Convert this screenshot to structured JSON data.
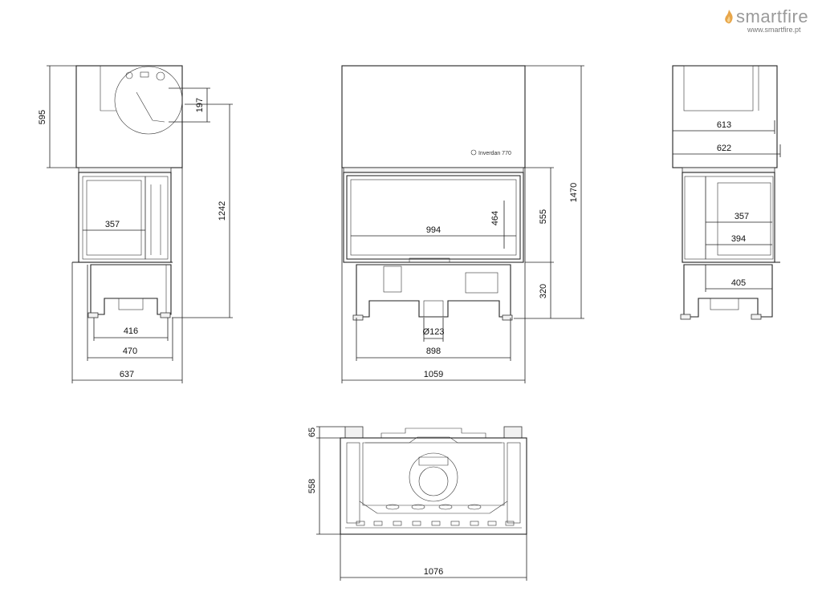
{
  "logo": {
    "brand": "smartfire",
    "url": "www.smartfire.pt",
    "flame_color": "#e8a64a",
    "brand_color": "#9a9a9a"
  },
  "front_label": "Inverdan 770",
  "dimensions": {
    "left_view": {
      "height_top": "595",
      "flue": "197",
      "total_height": "1242",
      "glass_depth": "357",
      "base_inner": "416",
      "base_outer": "470",
      "overall_depth": "637"
    },
    "front_view": {
      "glass_width": "994",
      "glass_height": "464",
      "door_height": "555",
      "base_height": "320",
      "total_height": "1470",
      "outlet_diameter": "Ø123",
      "base_width": "898",
      "overall_width": "1059"
    },
    "right_view": {
      "top_inner": "613",
      "top_outer": "622",
      "glass_inner": "357",
      "glass_outer": "394",
      "base_width": "405"
    },
    "top_view": {
      "front_offset": "65",
      "depth": "558",
      "width": "1076"
    }
  }
}
